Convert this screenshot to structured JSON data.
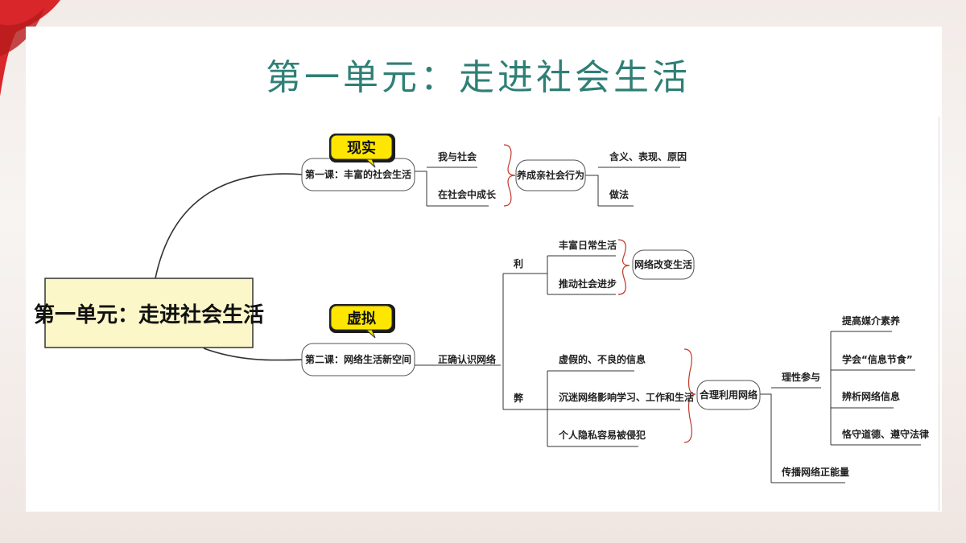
{
  "title": "第一单元：走进社会生活",
  "root": "第一单元：走进社会生活",
  "tags": {
    "real": "现实",
    "virtual": "虚拟"
  },
  "lesson1": {
    "label": "第一课：丰富的社会生活",
    "items": [
      "我与社会",
      "在社会中成长"
    ],
    "behavior": "养成亲社会行为",
    "behavior_items": [
      "含义、表现、原因",
      "做法"
    ]
  },
  "lesson2": {
    "label": "第二课：网络生活新空间",
    "understand": "正确认识网络",
    "pros_label": "利",
    "pros": [
      "丰富日常生活",
      "推动社会进步"
    ],
    "pros_result": "网络改变生活",
    "cons_label": "弊",
    "cons": [
      "虚假的、不良的信息",
      "沉迷网络影响学习、工作和生活",
      "个人隐私容易被侵犯"
    ],
    "use": "合理利用网络",
    "rational": "理性参与",
    "rational_items": [
      "提高媒介素养",
      "学会“信息节食”",
      "辨析网络信息",
      "恪守道德、遵守法律"
    ],
    "spread": "传播网络正能量"
  },
  "colors": {
    "title": "#2f7f76",
    "root_fill": "#fbf7c9",
    "tag_fill": "#ffe600",
    "bracket": "#c0392b"
  }
}
